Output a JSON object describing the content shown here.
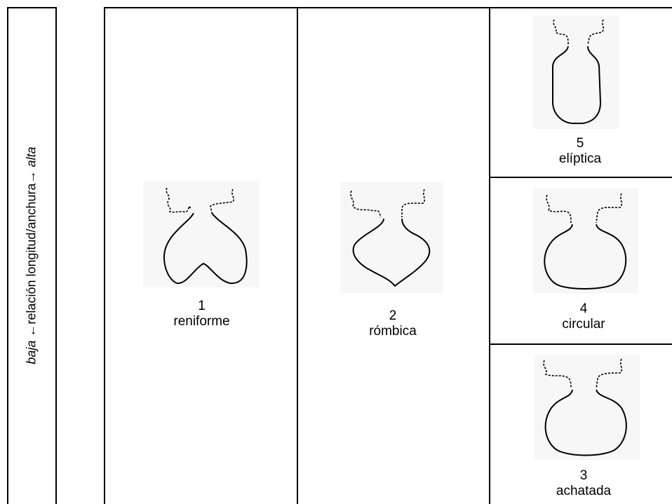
{
  "axis": {
    "low": "baja",
    "arrow_left": "←",
    "middle": "relación longitud/anchura",
    "arrow_right": "→",
    "high": "alta"
  },
  "shapes": [
    {
      "number": "1",
      "name": "reniforme"
    },
    {
      "number": "2",
      "name": "rómbica"
    },
    {
      "number": "5",
      "name": "elíptica"
    },
    {
      "number": "4",
      "name": "circular"
    },
    {
      "number": "3",
      "name": "achatada"
    }
  ]
}
